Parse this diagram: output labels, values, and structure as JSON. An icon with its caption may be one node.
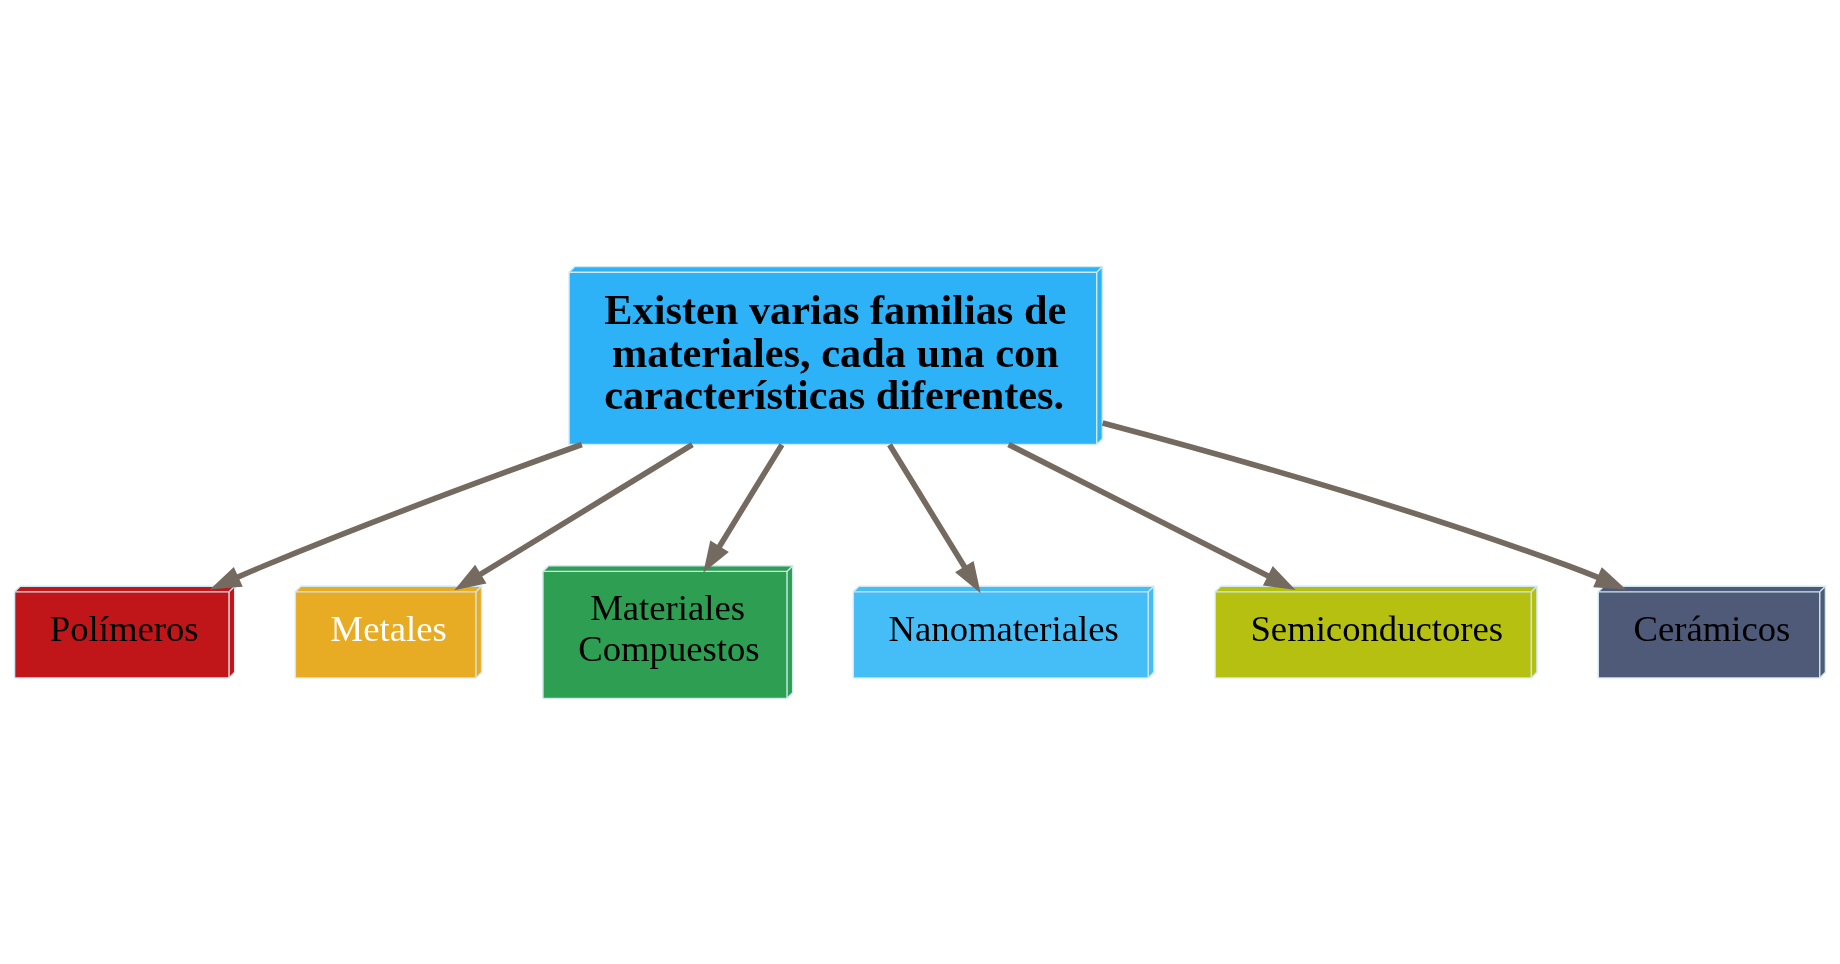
{
  "diagram": {
    "nodes": [
      {
        "text": [
          "Existen varias familias de materiales, cada una con características diferentes."
        ]
      },
      {
        "text": [
          "Polímeros"
        ]
      },
      {
        "text": [
          "Metales"
        ]
      },
      {
        "text": [
          "Materiales Compuestos"
        ]
      },
      {
        "text": [
          "Nanomateriales"
        ]
      },
      {
        "text": [
          "Semiconductores"
        ]
      },
      {
        "text": [
          "Cerámicos"
        ]
      }
    ],
    "edges": [
      {
        "from": 0,
        "to": 1,
        "arrow": "to"
      },
      {
        "from": 0,
        "to": 2,
        "arrow": "to"
      },
      {
        "from": 0,
        "to": 3,
        "arrow": "to"
      },
      {
        "from": 0,
        "to": 4,
        "arrow": "to"
      },
      {
        "from": 0,
        "to": 5,
        "arrow": "to"
      },
      {
        "from": 0,
        "to": 6,
        "arrow": "to"
      }
    ]
  }
}
